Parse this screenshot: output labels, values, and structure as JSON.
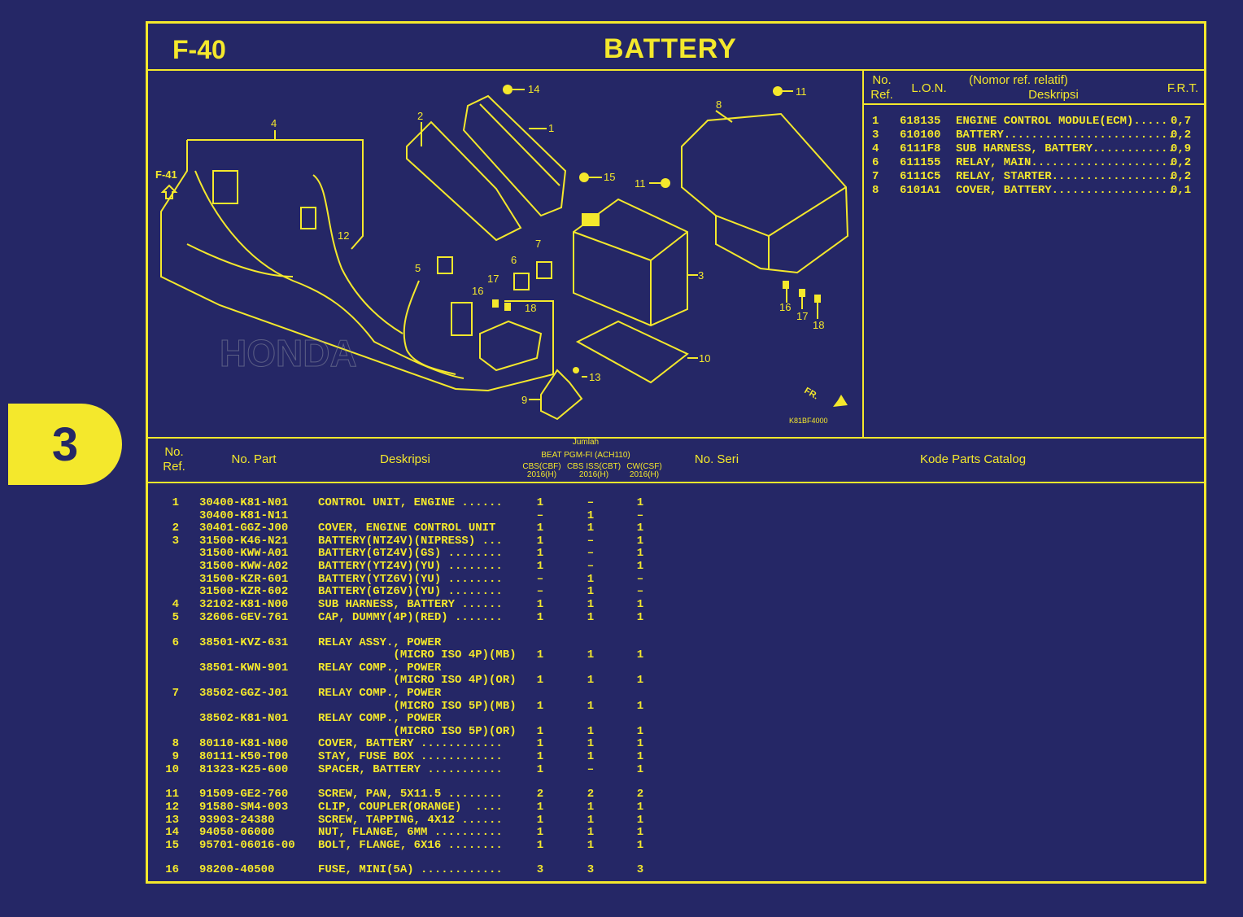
{
  "page": {
    "code": "F-40",
    "title": "BATTERY",
    "section_number": "3"
  },
  "diagram": {
    "ref_label": "F-41",
    "drawing_code": "K81BF4000",
    "front_label": "FR.",
    "callouts": [
      "1",
      "2",
      "3",
      "4",
      "5",
      "6",
      "7",
      "8",
      "9",
      "10",
      "11",
      "11",
      "12",
      "13",
      "14",
      "15",
      "16",
      "16",
      "17",
      "17",
      "18",
      "18"
    ],
    "watermark": "HONDA"
  },
  "ref_table": {
    "headers": {
      "no_ref": "No. Ref.",
      "lon": "L.O.N.",
      "desc_top": "(Nomor ref. relatif)",
      "desc": "Deskripsi",
      "frt": "F.R.T."
    },
    "rows": [
      {
        "ref": "1",
        "lon": "618135",
        "desc": "ENGINE CONTROL MODULE(ECM).....",
        "frt": "0,7"
      },
      {
        "ref": "3",
        "lon": "610100",
        "desc": "BATTERY.........................",
        "frt": "0,2"
      },
      {
        "ref": "4",
        "lon": "6111F8",
        "desc": "SUB HARNESS, BATTERY............",
        "frt": "0,9"
      },
      {
        "ref": "6",
        "lon": "611155",
        "desc": "RELAY, MAIN.....................",
        "frt": "0,2"
      },
      {
        "ref": "7",
        "lon": "6111C5",
        "desc": "RELAY, STARTER..................",
        "frt": "0,2"
      },
      {
        "ref": "8",
        "lon": "6101A1",
        "desc": "COVER, BATTERY..................",
        "frt": "0,1"
      }
    ]
  },
  "parts_table": {
    "headers": {
      "no_ref": "No. Ref.",
      "no_part": "No. Part",
      "deskripsi": "Deskripsi",
      "jumlah": "Jumlah",
      "model": "BEAT PGM-FI (ACH110)",
      "variants": [
        {
          "name": "CBS(CBF)",
          "year": "2016(H)"
        },
        {
          "name": "CBS ISS(CBT)",
          "year": "2016(H)"
        },
        {
          "name": "CW(CSF)",
          "year": "2016(H)"
        }
      ],
      "no_seri": "No. Seri",
      "kode": "Kode Parts Catalog"
    },
    "rows": [
      {
        "ref": "1",
        "part": "30400-K81-N01",
        "desc": "CONTROL UNIT, ENGINE ......",
        "q": [
          "1",
          "–",
          "1"
        ]
      },
      {
        "ref": "",
        "part": "30400-K81-N11",
        "desc": "",
        "q": [
          "–",
          "1",
          "–"
        ]
      },
      {
        "ref": "2",
        "part": "30401-GGZ-J00",
        "desc": "COVER, ENGINE CONTROL UNIT",
        "q": [
          "1",
          "1",
          "1"
        ]
      },
      {
        "ref": "3",
        "part": "31500-K46-N21",
        "desc": "BATTERY(NTZ4V)(NIPRESS) ...",
        "q": [
          "1",
          "–",
          "1"
        ]
      },
      {
        "ref": "",
        "part": "31500-KWW-A01",
        "desc": "BATTERY(GTZ4V)(GS) ........",
        "q": [
          "1",
          "–",
          "1"
        ]
      },
      {
        "ref": "",
        "part": "31500-KWW-A02",
        "desc": "BATTERY(YTZ4V)(YU) ........",
        "q": [
          "1",
          "–",
          "1"
        ]
      },
      {
        "ref": "",
        "part": "31500-KZR-601",
        "desc": "BATTERY(YTZ6V)(YU) ........",
        "q": [
          "–",
          "1",
          "–"
        ]
      },
      {
        "ref": "",
        "part": "31500-KZR-602",
        "desc": "BATTERY(GTZ6V)(YU) ........",
        "q": [
          "–",
          "1",
          "–"
        ]
      },
      {
        "ref": "4",
        "part": "32102-K81-N00",
        "desc": "SUB HARNESS, BATTERY ......",
        "q": [
          "1",
          "1",
          "1"
        ]
      },
      {
        "ref": "5",
        "part": "32606-GEV-761",
        "desc": "CAP, DUMMY(4P)(RED) .......",
        "q": [
          "1",
          "1",
          "1"
        ]
      },
      {
        "ref": "6",
        "part": "38501-KVZ-631",
        "desc": "RELAY ASSY., POWER",
        "q": [
          "",
          "",
          ""
        ]
      },
      {
        "ref": "",
        "part": "",
        "desc": "           (MICRO ISO 4P)(MB)",
        "q": [
          "1",
          "1",
          "1"
        ]
      },
      {
        "ref": "",
        "part": "38501-KWN-901",
        "desc": "RELAY COMP., POWER",
        "q": [
          "",
          "",
          ""
        ]
      },
      {
        "ref": "",
        "part": "",
        "desc": "           (MICRO ISO 4P)(OR)",
        "q": [
          "1",
          "1",
          "1"
        ]
      },
      {
        "ref": "7",
        "part": "38502-GGZ-J01",
        "desc": "RELAY COMP., POWER",
        "q": [
          "",
          "",
          ""
        ]
      },
      {
        "ref": "",
        "part": "",
        "desc": "           (MICRO ISO 5P)(MB)",
        "q": [
          "1",
          "1",
          "1"
        ]
      },
      {
        "ref": "",
        "part": "38502-K81-N01",
        "desc": "RELAY COMP., POWER",
        "q": [
          "",
          "",
          ""
        ]
      },
      {
        "ref": "",
        "part": "",
        "desc": "           (MICRO ISO 5P)(OR)",
        "q": [
          "1",
          "1",
          "1"
        ]
      },
      {
        "ref": "8",
        "part": "80110-K81-N00",
        "desc": "COVER, BATTERY ............",
        "q": [
          "1",
          "1",
          "1"
        ]
      },
      {
        "ref": "9",
        "part": "80111-K50-T00",
        "desc": "STAY, FUSE BOX ............",
        "q": [
          "1",
          "1",
          "1"
        ]
      },
      {
        "ref": "10",
        "part": "81323-K25-600",
        "desc": "SPACER, BATTERY ...........",
        "q": [
          "1",
          "–",
          "1"
        ]
      },
      {
        "ref": "11",
        "part": "91509-GE2-760",
        "desc": "SCREW, PAN, 5X11.5 ........",
        "q": [
          "2",
          "2",
          "2"
        ]
      },
      {
        "ref": "12",
        "part": "91580-SM4-003",
        "desc": "CLIP, COUPLER(ORANGE)  ....",
        "q": [
          "1",
          "1",
          "1"
        ]
      },
      {
        "ref": "13",
        "part": "93903-24380",
        "desc": "SCREW, TAPPING, 4X12 ......",
        "q": [
          "1",
          "1",
          "1"
        ]
      },
      {
        "ref": "14",
        "part": "94050-06000",
        "desc": "NUT, FLANGE, 6MM ..........",
        "q": [
          "1",
          "1",
          "1"
        ]
      },
      {
        "ref": "15",
        "part": "95701-06016-00",
        "desc": "BOLT, FLANGE, 6X16 ........",
        "q": [
          "1",
          "1",
          "1"
        ]
      },
      {
        "ref": "16",
        "part": "98200-40500",
        "desc": "FUSE, MINI(5A) ............",
        "q": [
          "3",
          "3",
          "3"
        ]
      }
    ]
  },
  "colors": {
    "background": "#252766",
    "accent": "#f4e82c"
  }
}
